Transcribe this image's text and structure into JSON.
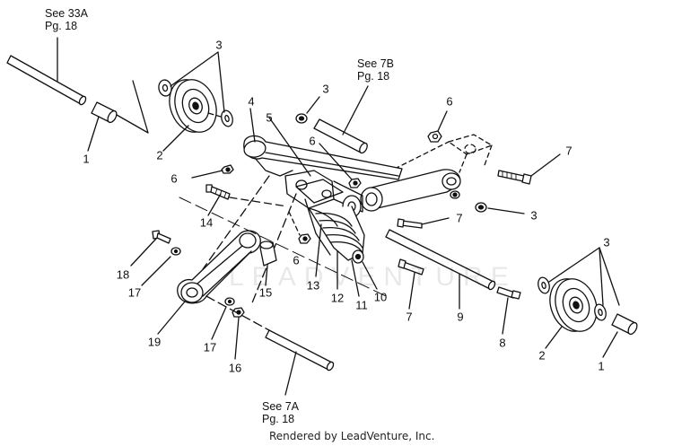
{
  "references": {
    "see33a": "See 33A",
    "see33a_page": "Pg. 18",
    "see7b": "See 7B",
    "see7b_page": "Pg. 18",
    "see7a": "See 7A",
    "see7a_page": "Pg. 18"
  },
  "callouts": {
    "c1_top": "1",
    "c1_bottom": "1",
    "c2_top": "2",
    "c2_bottom": "2",
    "c3_topleft": "3",
    "c3_mid": "3",
    "c3_right": "3",
    "c3_bottomright": "3",
    "c4": "4",
    "c5": "5",
    "c6_left": "6",
    "c6_center": "6",
    "c6_right": "6",
    "c6_lower": "6",
    "c7_right": "7",
    "c7_mid": "7",
    "c7_lower": "7",
    "c8": "8",
    "c9": "9",
    "c10": "10",
    "c11": "11",
    "c12": "12",
    "c13": "13",
    "c14": "14",
    "c15": "15",
    "c16": "16",
    "c17_top": "17",
    "c17_bottom": "17",
    "c18": "18",
    "c19": "19"
  },
  "watermark": "LEADVENTURE",
  "footer": "Rendered by LeadVenture, Inc."
}
